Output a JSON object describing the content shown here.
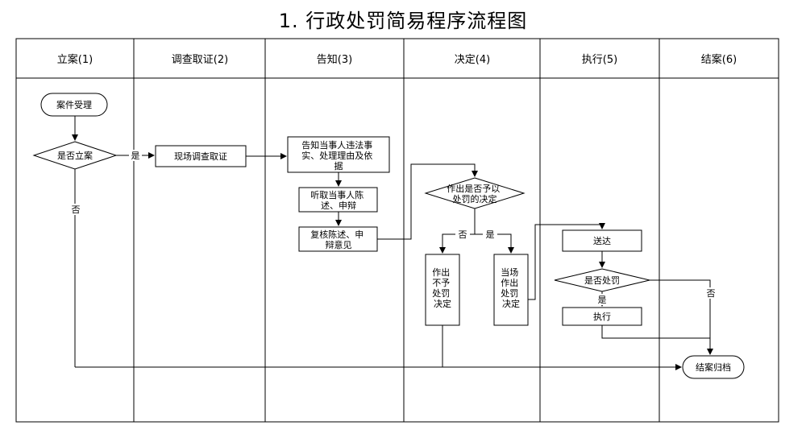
{
  "title": "1. 行政处罚简易程序流程图",
  "columns": [
    "立案(1)",
    "调查取证(2)",
    "告知(3)",
    "决定(4)",
    "执行(5)",
    "结案(6)"
  ],
  "nodes": {
    "start": "案件受理",
    "decide_case": "是否立案",
    "investigate": "现场调查取证",
    "notify": [
      "告知当事人违法事",
      "实、处理理由及依",
      "据"
    ],
    "hear": [
      "听取当事人陈",
      "述、申辩"
    ],
    "review": [
      "复核陈述、申",
      "辩意见"
    ],
    "decide_penalty": [
      "作出是否予以",
      "处罚的决定"
    ],
    "no_penalty": [
      "作出",
      "不予",
      "处罚",
      "决定"
    ],
    "on_site": [
      "当场",
      "作出",
      "处罚",
      "决定"
    ],
    "deliver": "送达",
    "decide_exec": "是否处罚",
    "execute": "执行",
    "close": "结案归档"
  },
  "labels": {
    "yes": "是",
    "no": "否"
  }
}
